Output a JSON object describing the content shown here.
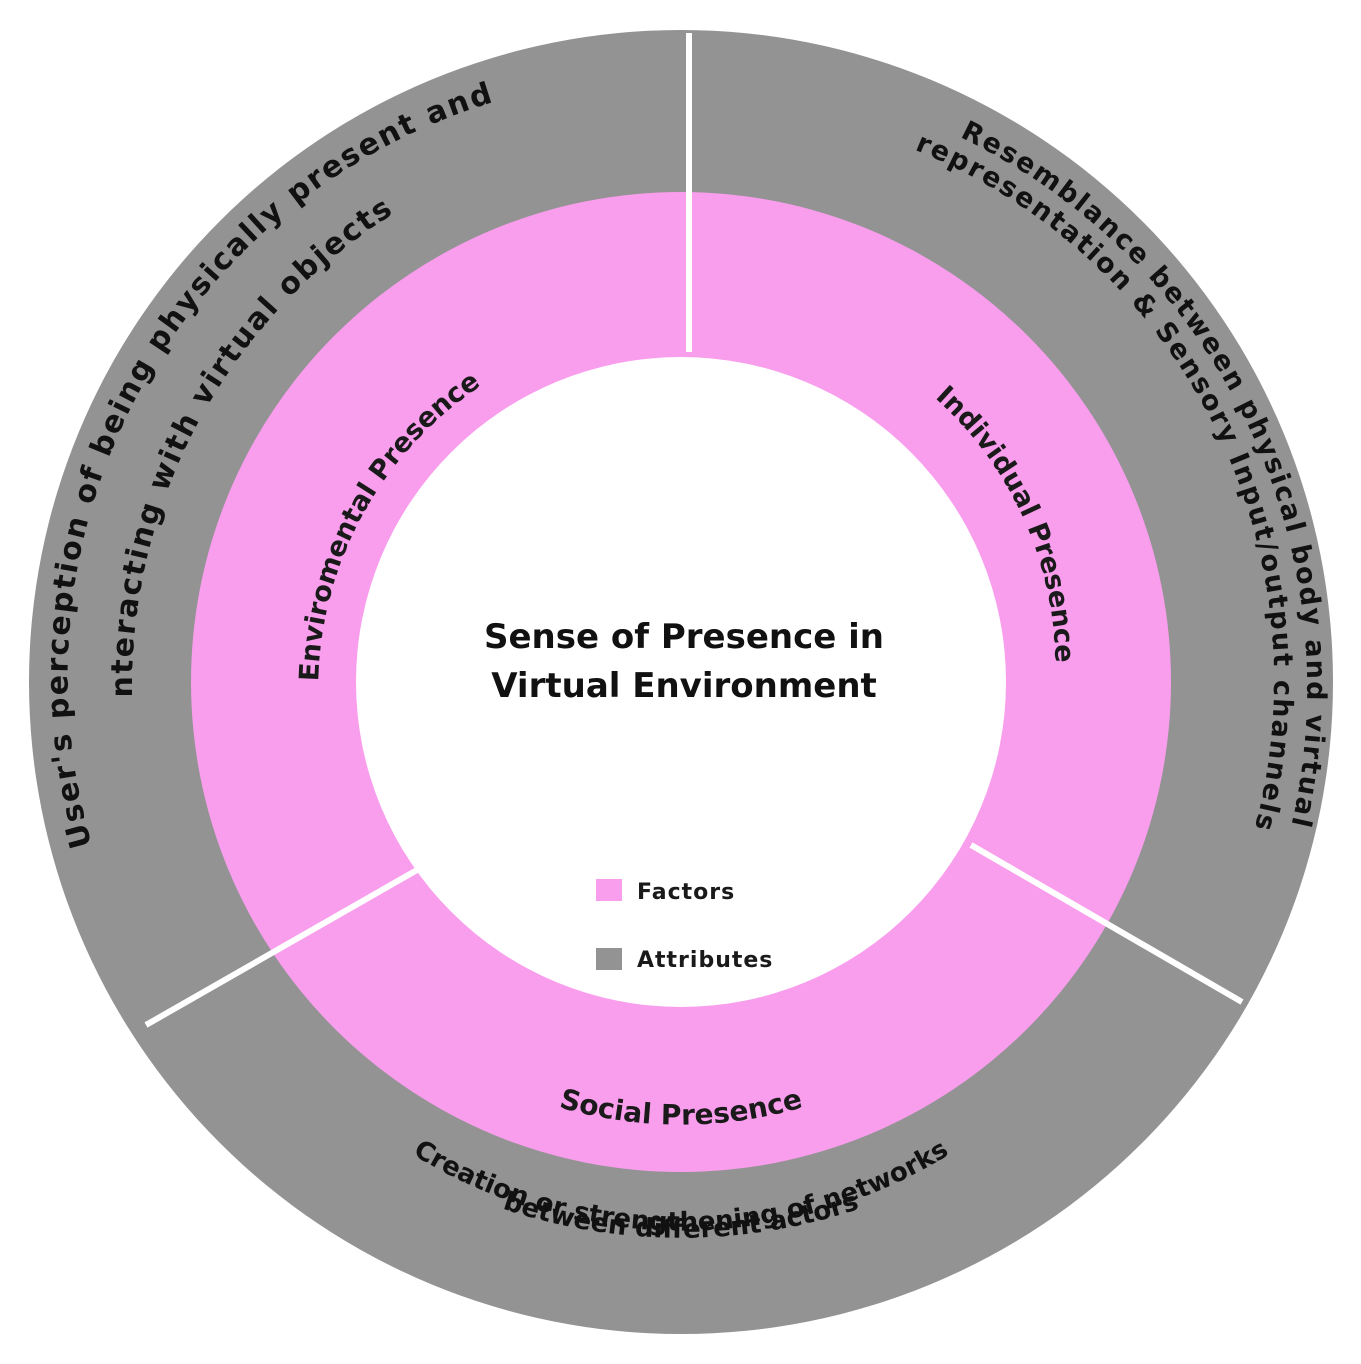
{
  "center": {
    "line1": "Sense of Presence in",
    "line2": "Virtual Environment"
  },
  "factors": {
    "environmental": "Enviromental Presence",
    "individual": "Individual Presence",
    "social": "Social Presence"
  },
  "attributes": {
    "environmental_line1": "User's perception of being physically present and",
    "environmental_line2": "interacting with virtual objects.",
    "individual_line1": "Resemblance between physical body and virtual",
    "individual_line2": "representation & Sensory Input/output channels",
    "social_line1": "Creation or strengthening of networks",
    "social_line2": "between different actors"
  },
  "legend": {
    "factors_label": "Factors",
    "attributes_label": "Attributes"
  },
  "colors": {
    "factors": "#f99ded",
    "attributes": "#939393",
    "divider": "#ffffff",
    "background": "#ffffff"
  }
}
